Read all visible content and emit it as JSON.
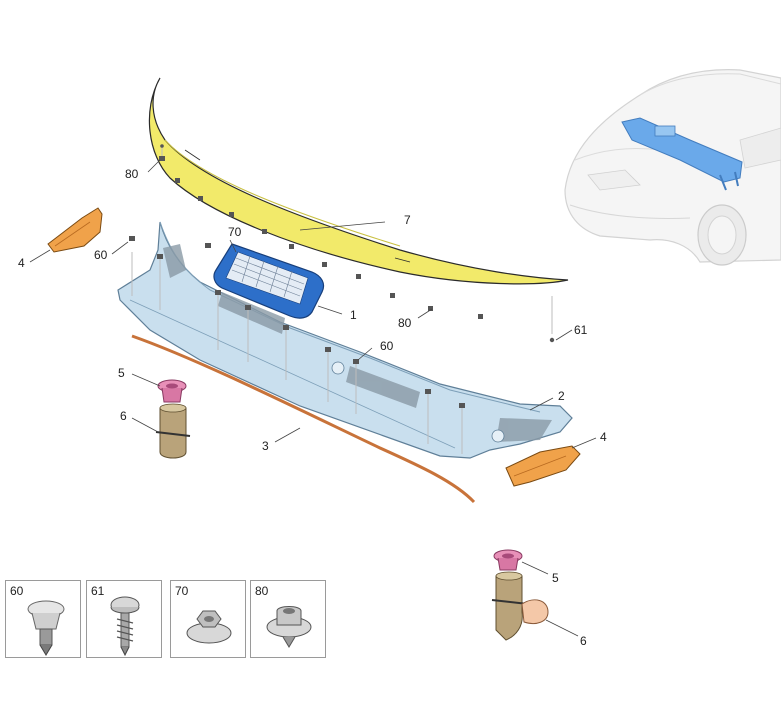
{
  "callouts": {
    "c80_top": "80",
    "c4_left": "4",
    "c60_left": "60",
    "c70": "70",
    "c7": "7",
    "c1": "1",
    "c80_mid": "80",
    "c61": "61",
    "c60_mid": "60",
    "c5_top": "5",
    "c6_top": "6",
    "c2": "2",
    "c3": "3",
    "c4_right": "4",
    "c5_bottom": "5",
    "c6_bottom": "6"
  },
  "hardware_legend": [
    {
      "label": "60",
      "icon": "push-rivet-clip-icon"
    },
    {
      "label": "61",
      "icon": "flange-screw-icon"
    },
    {
      "label": "70",
      "icon": "flange-nut-icon"
    },
    {
      "label": "80",
      "icon": "grommet-nut-icon"
    }
  ],
  "colors": {
    "cowl_panel": "#c9dfee",
    "cowl_edge": "#7d9fb8",
    "weatherstrip_seal": "#f2ea6a",
    "filter_frame": "#2d6fc9",
    "side_bracket": "#f0a24a",
    "drain_cap": "#e890b8",
    "drain_hose": "#b9a37a",
    "edge_seal": "#c8733a",
    "car_highlight": "#5aa0e8"
  }
}
